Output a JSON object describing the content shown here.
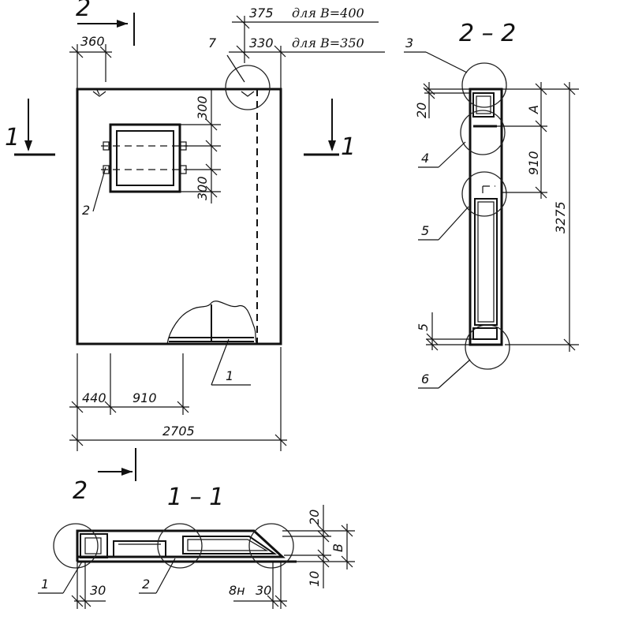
{
  "section_marks": {
    "s2_top": "2",
    "s2_bottom": "2",
    "s1_left": "1",
    "s1_right": "1"
  },
  "titles": {
    "section_22": "2 – 2",
    "section_11": "1 – 1"
  },
  "top_notes": {
    "d375": "375",
    "note_400": "для В=400",
    "d330": "330",
    "note_350": "для В=350",
    "d360": "360"
  },
  "plan_dims": {
    "d300_top": "300",
    "d300_bottom": "300",
    "d440": "440",
    "d910": "910",
    "d2705": "2705"
  },
  "side_dims": {
    "d20": "20",
    "dA": "А",
    "d910": "910",
    "d3275": "3275",
    "d5": "5"
  },
  "bottom_dims": {
    "d30_left": "30",
    "d30_right": "30",
    "d8n": "8н",
    "d20": "20",
    "d10": "10",
    "dB": "В"
  },
  "callouts": {
    "c1_plan": "1",
    "c2_plan": "2",
    "c3": "3",
    "c4": "4",
    "c5": "5",
    "c6": "6",
    "c7": "7",
    "c1_sec": "1",
    "c2_sec": "2"
  }
}
